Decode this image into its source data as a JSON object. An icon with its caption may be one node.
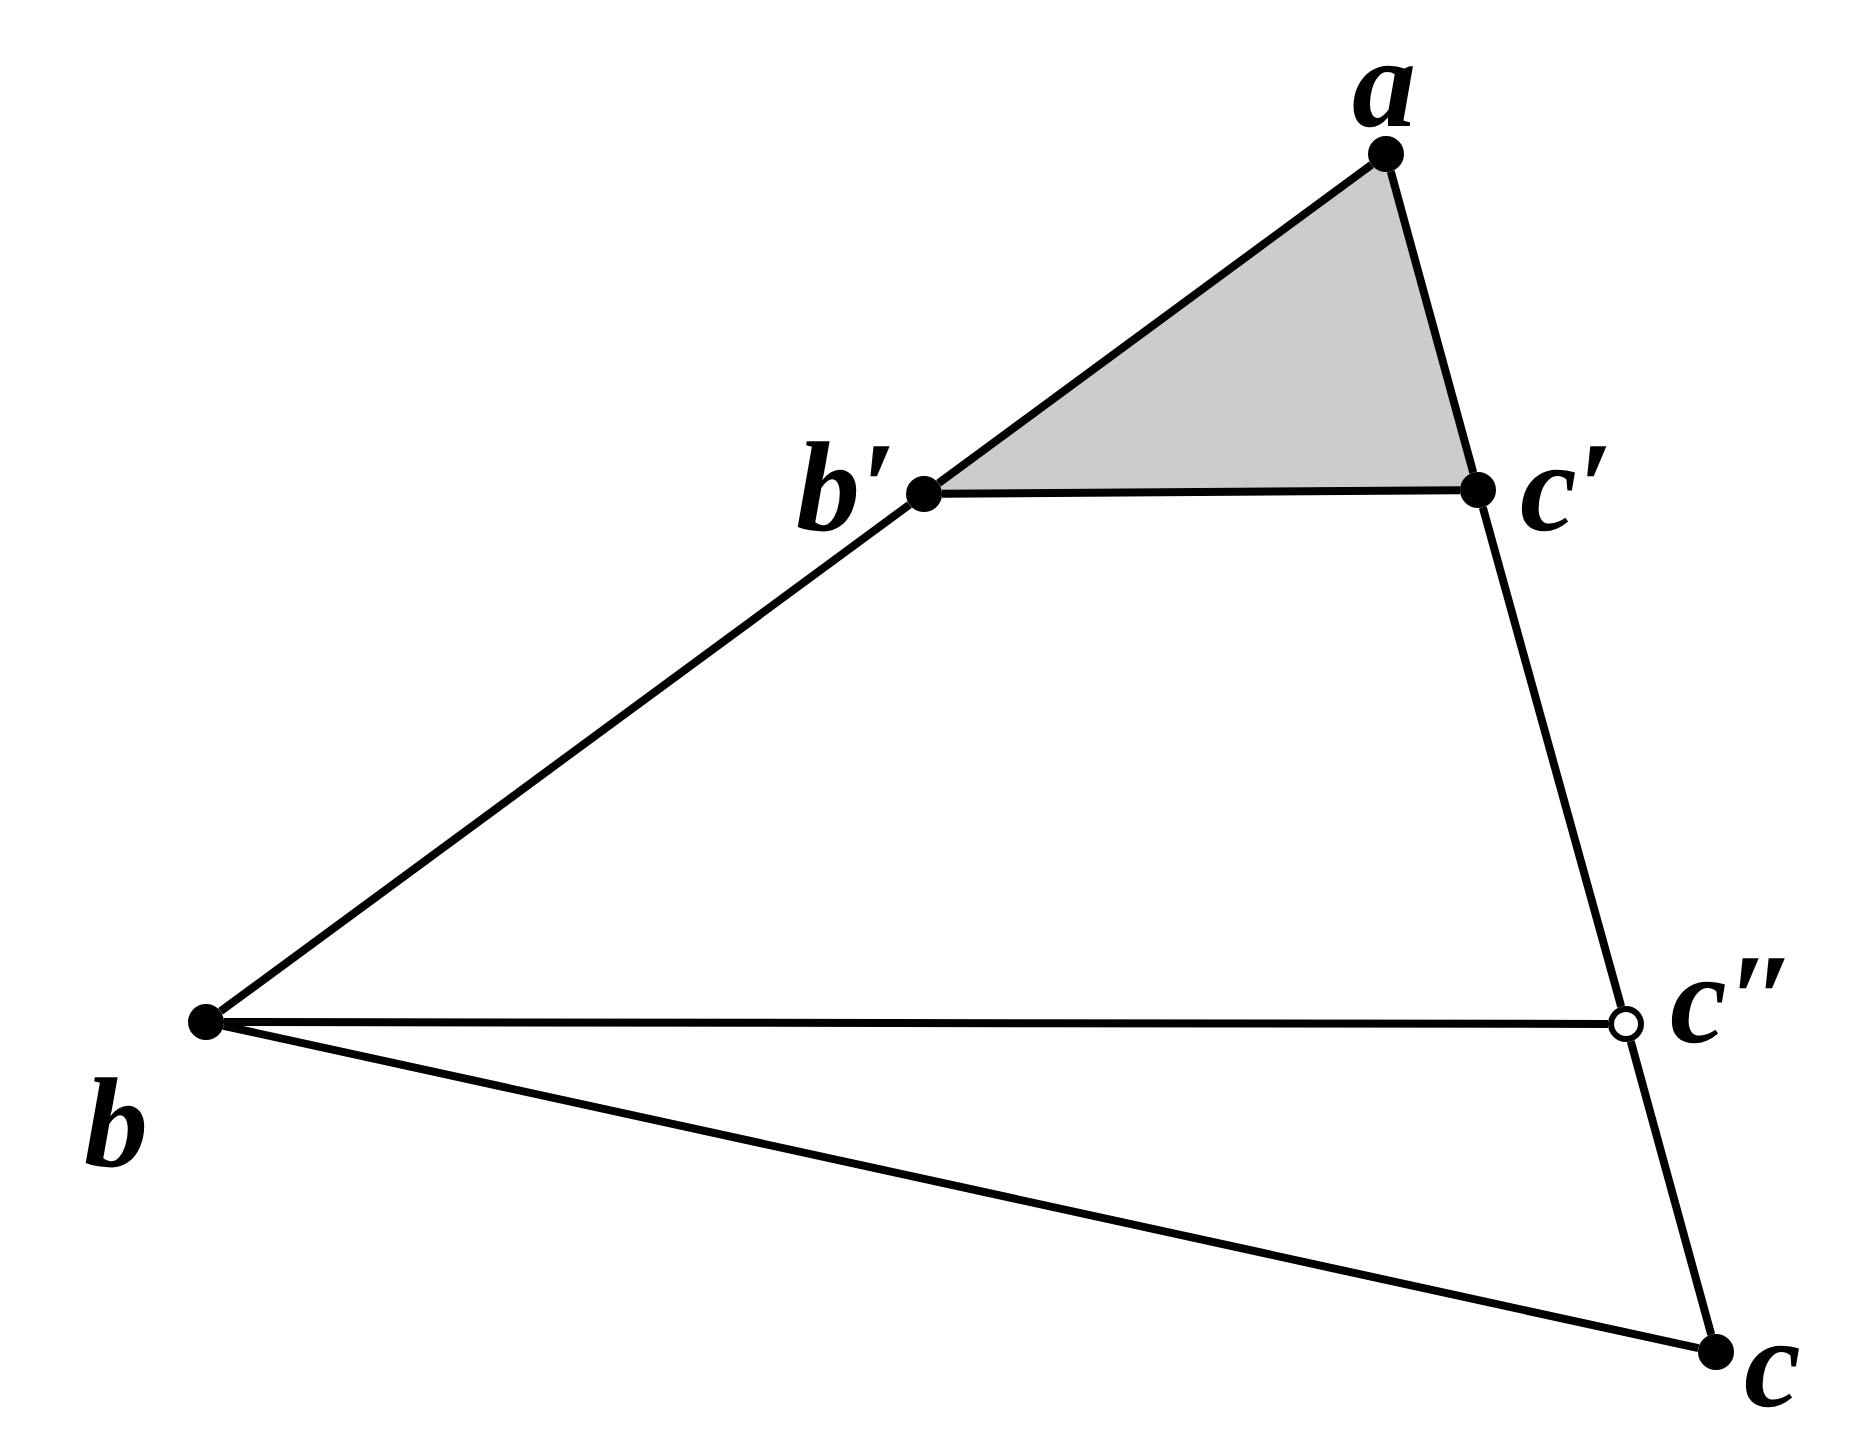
{
  "diagram": {
    "nodes": [
      {
        "text": [],
        "shape": "dot",
        "beside": [
          "a"
        ]
      },
      {
        "text": [],
        "shape": "dot",
        "beside": [
          "b′"
        ]
      },
      {
        "text": [],
        "shape": "dot",
        "beside": [
          "c′"
        ]
      },
      {
        "text": [],
        "shape": "circle",
        "beside": [
          "c″"
        ]
      },
      {
        "text": [],
        "shape": "dot",
        "beside": [
          "b"
        ]
      },
      {
        "text": [],
        "shape": "dot",
        "beside": [
          "c"
        ]
      }
    ],
    "edges": [
      {
        "from": 0,
        "to": 1,
        "arrow": "none"
      },
      {
        "from": 1,
        "to": 4,
        "arrow": "none"
      },
      {
        "from": 0,
        "to": 2,
        "arrow": "none"
      },
      {
        "from": 2,
        "to": 3,
        "arrow": "none"
      },
      {
        "from": 3,
        "to": 5,
        "arrow": "none"
      },
      {
        "from": 1,
        "to": 2,
        "arrow": "none"
      },
      {
        "from": 4,
        "to": 3,
        "arrow": "none"
      },
      {
        "from": 4,
        "to": 5,
        "arrow": "none"
      }
    ]
  }
}
